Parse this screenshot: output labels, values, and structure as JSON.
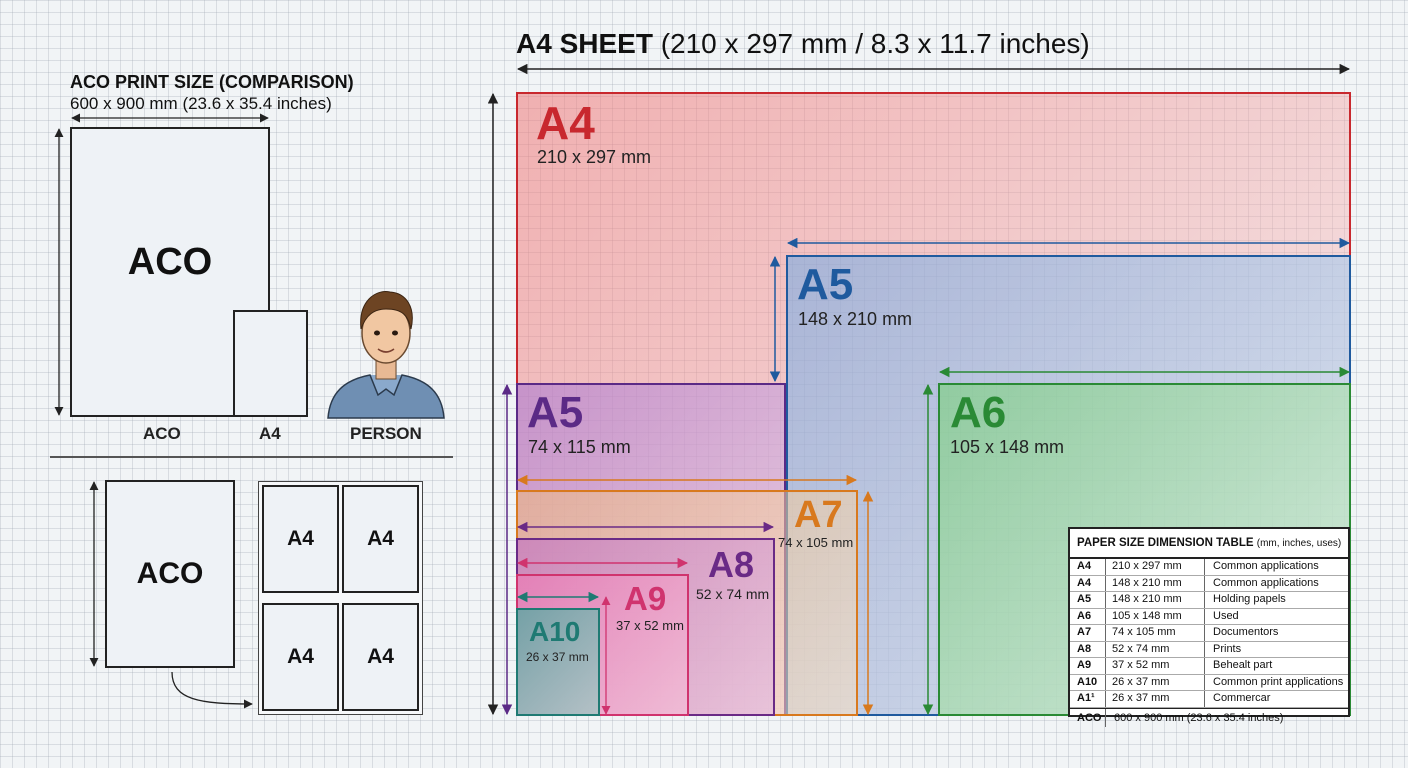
{
  "header": {
    "title_bold": "A4 SHEET",
    "title_rest": " (210 x 297 mm / 8.3 x 11.7 inches)"
  },
  "comparison": {
    "title": "ACO PRINT SIZE (COMPARISON)",
    "subtitle": "600 x 900 mm (23.6 x 35.4 inches)",
    "aco_label": "ACO",
    "caption_aco": "ACO",
    "caption_a4": "A4",
    "caption_person": "PERSON"
  },
  "tiling": {
    "aco_label": "ACO",
    "tiles": [
      "A4",
      "A4",
      "A4",
      "A4"
    ]
  },
  "sizes": {
    "a4": {
      "name": "A4",
      "dims": "210 x 297 mm",
      "color": "#c8282e"
    },
    "a5_top": {
      "name": "A5",
      "dims": "148 x 210 mm",
      "color": "#1f5a9e"
    },
    "a5_left": {
      "name": "A5",
      "dims": "74 x 115 mm",
      "color": "#5b2a86"
    },
    "a6": {
      "name": "A6",
      "dims": "105 x 148 mm",
      "color": "#2a8a35"
    },
    "a7": {
      "name": "A7",
      "dims": "74 x 105 mm",
      "color": "#d8791e"
    },
    "a8": {
      "name": "A8",
      "dims": "52 x 74 mm",
      "color": "#6a2a86"
    },
    "a9": {
      "name": "A9",
      "dims": "37 x 52 mm",
      "color": "#d0336e"
    },
    "a10": {
      "name": "A10",
      "dims": "26 x 37 mm",
      "color": "#1f7a73"
    }
  },
  "table": {
    "title": "PAPER SIZE DIMENSION TABLE",
    "subtitle": "(mm, inches, uses)",
    "rows": [
      {
        "size": "A4",
        "dims": "210 x 297 mm",
        "use": "Common applications"
      },
      {
        "size": "A4",
        "dims": "148 x 210 mm",
        "use": "Common applications"
      },
      {
        "size": "A5",
        "dims": "148 x 210 mm",
        "use": "Holding papels"
      },
      {
        "size": "A6",
        "dims": "105 x 148 mm",
        "use": "Used"
      },
      {
        "size": "A7",
        "dims": "74 x 105 mm",
        "use": "Documentors"
      },
      {
        "size": "A8",
        "dims": "52 x 74 mm",
        "use": "Prints"
      },
      {
        "size": "A9",
        "dims": "37 x 52 mm",
        "use": "Behealt part"
      },
      {
        "size": "A10",
        "dims": "26 x 37 mm",
        "use": "Common print applications"
      },
      {
        "size": "A1¹",
        "dims": "26 x 37 mm",
        "use": "Commercar"
      }
    ],
    "aco_row": {
      "size": "ACO",
      "dims": "600 x 900 mm  (23.6 x 35.4 inches)"
    }
  }
}
